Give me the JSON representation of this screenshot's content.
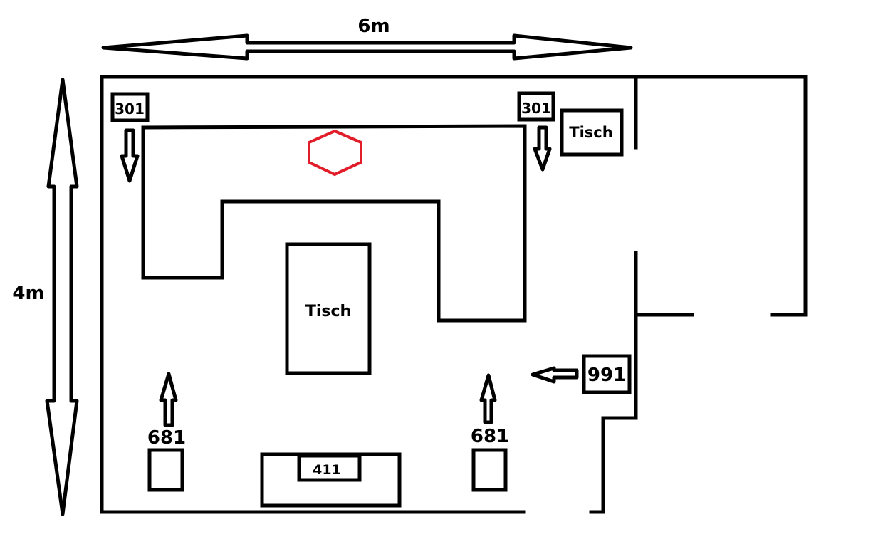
{
  "diagram": {
    "type": "floor-plan",
    "dimensions": {
      "width_label": "6m",
      "height_label": "4m"
    },
    "labels": {
      "table_center": "Tisch",
      "table_corner": "Tisch",
      "device_top_left": "301",
      "device_top_right": "301",
      "device_right": "991",
      "device_bottom_left": "681",
      "device_bottom_right": "681",
      "device_bottom_center": "411"
    },
    "colors": {
      "lines": "#000000",
      "marker": "#e11d2a",
      "background": "#ffffff"
    },
    "marker": {
      "shape": "hexagon"
    }
  }
}
